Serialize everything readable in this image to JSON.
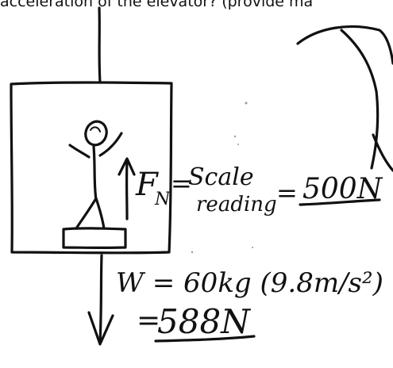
{
  "question": {
    "text": "acceleration of the elevator? (provide mag"
  },
  "labels": {
    "normal_force_symbol": "F",
    "normal_force_subscript": "N",
    "equals_1": "=",
    "scale_word": "Scale",
    "reading_word": "reading",
    "equals_2": "=",
    "normal_force_value": "500N",
    "weight_expression": "W = 60kg (9.8m/s²)",
    "equals_3": "=",
    "weight_value": "588N"
  }
}
